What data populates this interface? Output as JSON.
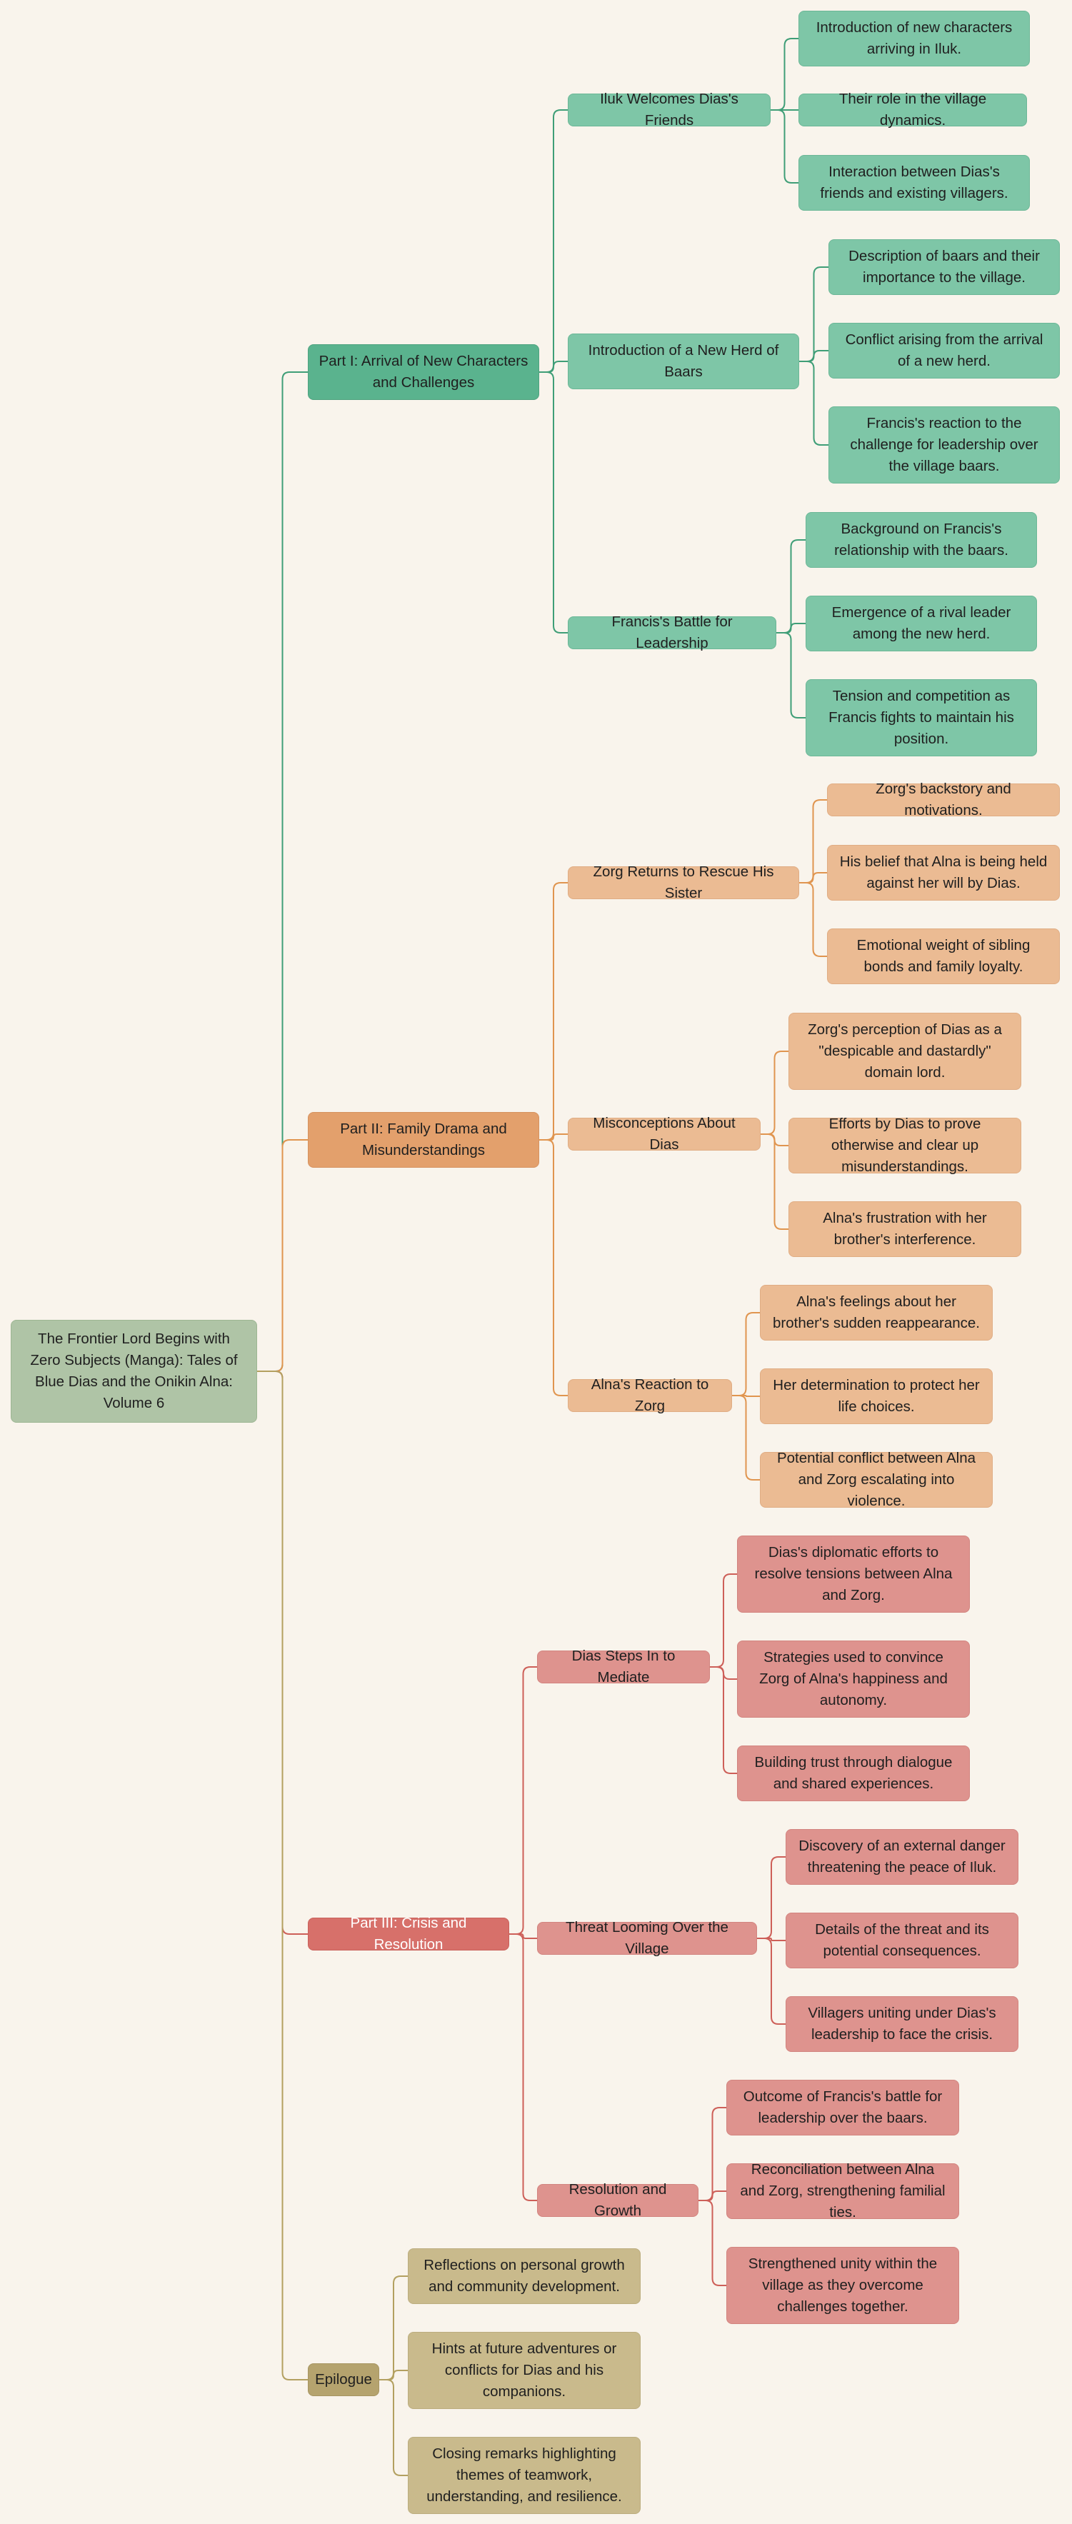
{
  "root": {
    "label": "The Frontier Lord Begins with Zero Subjects (Manga): Tales of Blue Dias and the Onikin Alna: Volume 6"
  },
  "parts": [
    {
      "label": "Part I: Arrival of New Characters and Challenges",
      "color": "#3f9e77",
      "topics": [
        {
          "label": "Iluk Welcomes Dias's Friends",
          "items": [
            "Introduction of new characters arriving in Iluk.",
            "Their role in the village dynamics.",
            "Interaction between Dias's friends and existing villagers."
          ]
        },
        {
          "label": "Introduction of a New Herd of Baars",
          "items": [
            "Description of baars and their importance to the village.",
            "Conflict arising from the arrival of a new herd.",
            "Francis's reaction to the challenge for leadership over the village baars."
          ]
        },
        {
          "label": "Francis's Battle for Leadership",
          "items": [
            "Background on Francis's relationship with the baars.",
            "Emergence of a rival leader among the new herd.",
            "Tension and competition as Francis fights to maintain his position."
          ]
        }
      ]
    },
    {
      "label": "Part II: Family Drama and Misunderstandings",
      "color": "#e0954f",
      "topics": [
        {
          "label": "Zorg Returns to Rescue His Sister",
          "items": [
            "Zorg's backstory and motivations.",
            "His belief that Alna is being held against her will by Dias.",
            "Emotional weight of sibling bonds and family loyalty."
          ]
        },
        {
          "label": "Misconceptions About Dias",
          "items": [
            "Zorg's perception of Dias as a \"despicable and dastardly\" domain lord.",
            "Efforts by Dias to prove otherwise and clear up misunderstandings.",
            "Alna's frustration with her brother's interference."
          ]
        },
        {
          "label": "Alna's Reaction to Zorg",
          "items": [
            "Alna's feelings about her brother's sudden reappearance.",
            "Her determination to protect her life choices.",
            "Potential conflict between Alna and Zorg escalating into violence."
          ]
        }
      ]
    },
    {
      "label": "Part III: Crisis and Resolution",
      "color": "#cd5f58",
      "topics": [
        {
          "label": "Dias Steps In to Mediate",
          "items": [
            "Dias's diplomatic efforts to resolve tensions between Alna and Zorg.",
            "Strategies used to convince Zorg of Alna's happiness and autonomy.",
            "Building trust through dialogue and shared experiences."
          ]
        },
        {
          "label": "Threat Looming Over the Village",
          "items": [
            "Discovery of an external danger threatening the peace of Iluk.",
            "Details of the threat and its potential consequences.",
            "Villagers uniting under Dias's leadership to face the crisis."
          ]
        },
        {
          "label": "Resolution and Growth",
          "items": [
            "Outcome of Francis's battle for leadership over the baars.",
            "Reconciliation between Alna and Zorg, strengthening familial ties.",
            "Strengthened unity within the village as they overcome challenges together."
          ]
        }
      ]
    },
    {
      "label": "Epilogue",
      "color": "#b3a060",
      "items": [
        "Reflections on personal growth and community development.",
        "Hints at future adventures or conflicts for Dias and his companions.",
        "Closing remarks highlighting themes of teamwork, understanding, and resilience."
      ]
    }
  ]
}
